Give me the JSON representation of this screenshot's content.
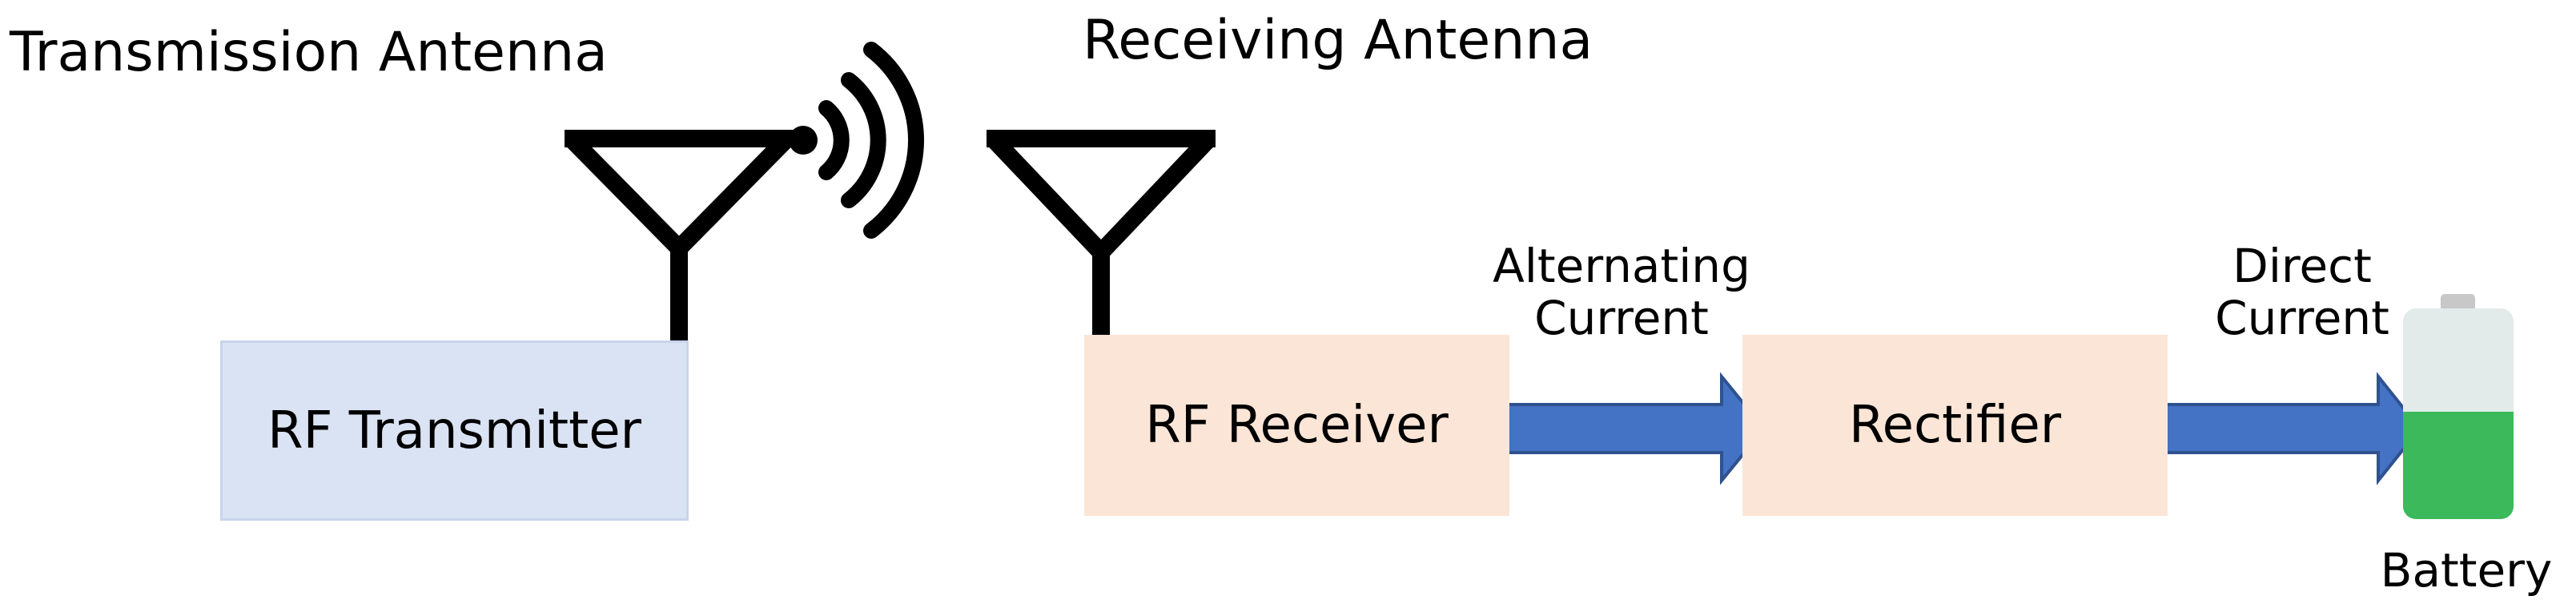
{
  "labels": {
    "transmission_antenna": "Transmission Antenna",
    "receiving_antenna": "Receiving Antenna",
    "alternating_current": [
      "Alternating",
      "Current"
    ],
    "direct_current": [
      "Direct",
      "Current"
    ],
    "battery": "Battery"
  },
  "blocks": {
    "rf_transmitter": "RF Transmitter",
    "rf_receiver": "RF Receiver",
    "rectifier": "Rectifier"
  },
  "colors": {
    "transmitter_fill": "#dae3f3",
    "receiver_fill": "#fbe5d6",
    "arrow_fill": "#4472c4",
    "arrow_stroke": "#2f528f",
    "battery_charge": "#3cb95a",
    "battery_empty": "#e3ebea",
    "battery_terminal": "#c8c8c8"
  },
  "battery": {
    "charge_level": 0.5
  }
}
